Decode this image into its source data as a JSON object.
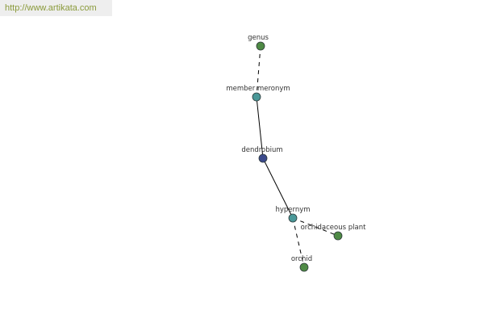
{
  "watermark": {
    "text": "http://www.artikata.com"
  },
  "colors": {
    "root": "#3b4a8c",
    "relation": "#4a9898",
    "term": "#4e8a45",
    "edge": "#000000",
    "node_stroke": "#2f3a3a"
  },
  "nodes": [
    {
      "id": "genus",
      "label": "genus",
      "kind": "term"
    },
    {
      "id": "member_meronym",
      "label": "member meronym",
      "kind": "relation"
    },
    {
      "id": "dendrobium",
      "label": "dendrobium",
      "kind": "root"
    },
    {
      "id": "hypernym",
      "label": "hypernym",
      "kind": "relation"
    },
    {
      "id": "orchidaceous_plant",
      "label": "orchidaceous plant",
      "kind": "term"
    },
    {
      "id": "orchid",
      "label": "orchid",
      "kind": "term"
    }
  ],
  "edges": [
    {
      "from": "genus",
      "to": "member_meronym",
      "style": "dashed"
    },
    {
      "from": "member_meronym",
      "to": "dendrobium",
      "style": "solid"
    },
    {
      "from": "dendrobium",
      "to": "hypernym",
      "style": "solid"
    },
    {
      "from": "hypernym",
      "to": "orchidaceous_plant",
      "style": "dashed"
    },
    {
      "from": "hypernym",
      "to": "orchid",
      "style": "dashed"
    }
  ]
}
